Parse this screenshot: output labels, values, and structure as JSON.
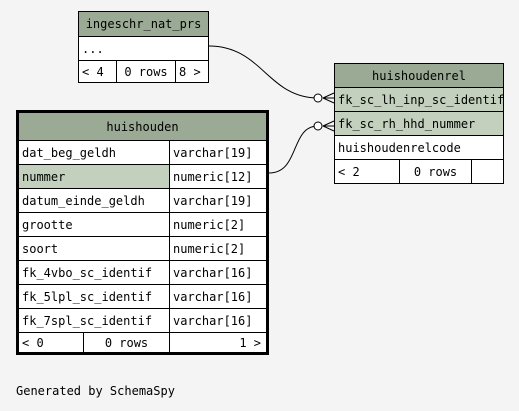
{
  "tables": {
    "ingeschr_nat_prs": {
      "name": "ingeschr_nat_prs",
      "ellipsis": "...",
      "footer": {
        "parents": "< 4",
        "rows": "0 rows",
        "children": "8 >"
      }
    },
    "huishoudenrel": {
      "name": "huishoudenrel",
      "columns": [
        "fk_sc_lh_inp_sc_identif",
        "fk_sc_rh_hhd_nummer",
        "huishoudenrelcode"
      ],
      "footer": {
        "parents": "< 2",
        "rows": "0 rows",
        "children": ""
      }
    },
    "huishouden": {
      "name": "huishouden",
      "columns": [
        {
          "name": "dat_beg_geldh",
          "type": "varchar[19]"
        },
        {
          "name": "nummer",
          "type": "numeric[12]"
        },
        {
          "name": "datum_einde_geldh",
          "type": "varchar[19]"
        },
        {
          "name": "grootte",
          "type": "numeric[2]"
        },
        {
          "name": "soort",
          "type": "numeric[2]"
        },
        {
          "name": "fk_4vbo_sc_identif",
          "type": "varchar[16]"
        },
        {
          "name": "fk_5lpl_sc_identif",
          "type": "varchar[16]"
        },
        {
          "name": "fk_7spl_sc_identif",
          "type": "varchar[16]"
        }
      ],
      "footer": {
        "parents": "< 0",
        "rows": "0 rows",
        "children": "1 >"
      }
    }
  },
  "footer_text": "Generated by SchemaSpy",
  "colors": {
    "header": "#9baa95",
    "highlight": "#c3d0bd",
    "background": "#f4f4f4"
  }
}
